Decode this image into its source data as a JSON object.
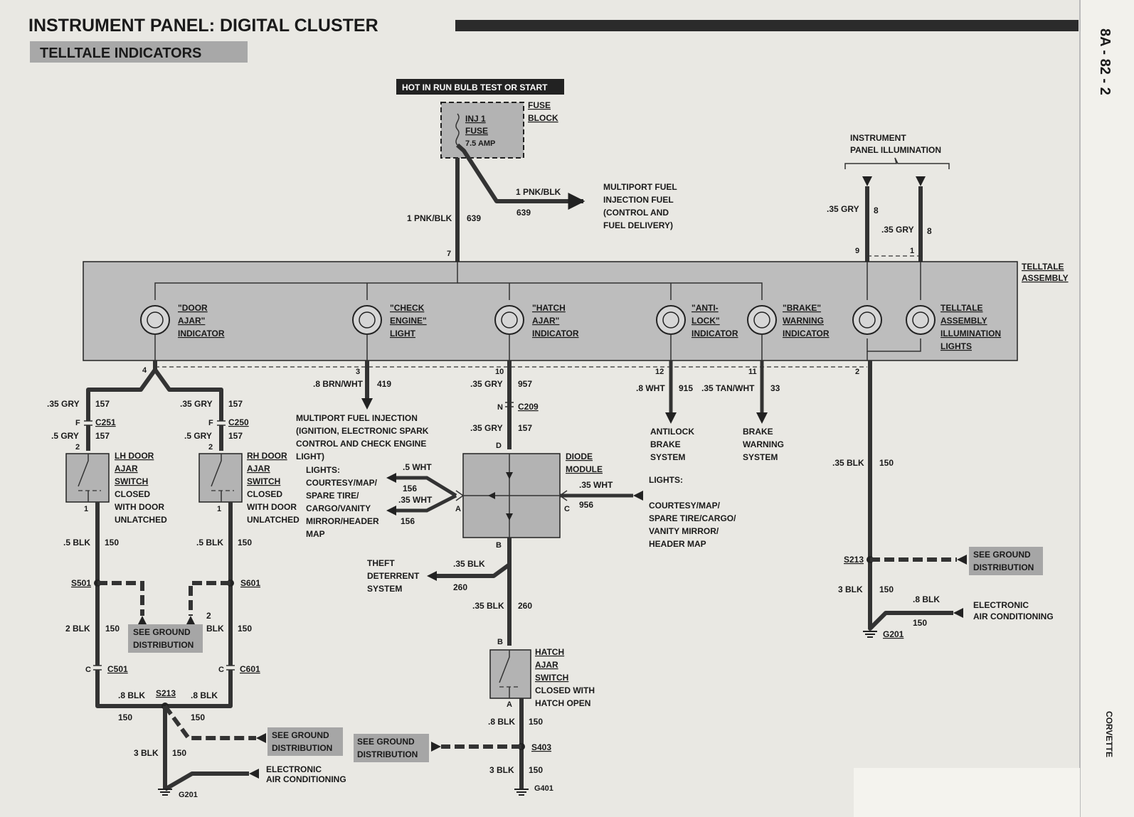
{
  "header": {
    "title": "INSTRUMENT PANEL: DIGITAL CLUSTER",
    "subtitle": "TELLTALE INDICATORS",
    "page_code": "8A - 82 - 2",
    "side_tab": "CORVETTE"
  },
  "power": {
    "banner": "HOT IN RUN BULB TEST OR START",
    "fuse_name": "INJ 1",
    "fuse_word": "FUSE",
    "fuse_rating": "7.5 AMP",
    "fuse_block_1": "FUSE",
    "fuse_block_2": "BLOCK",
    "wire_left": "1 PNK/BLK",
    "circuit_left": "639",
    "wire_right": "1 PNK/BLK",
    "circuit_right": "639",
    "pin": "7",
    "dest_1": "MULTIPORT FUEL",
    "dest_2": "INJECTION FUEL",
    "dest_3": "(CONTROL AND",
    "dest_4": "FUEL DELIVERY)"
  },
  "illumination": {
    "title_1": "INSTRUMENT",
    "title_2": "PANEL ILLUMINATION",
    "wire_a": ".35 GRY",
    "circuit_a": "8",
    "wire_b": ".35 GRY",
    "circuit_b": "8",
    "pin_a": "9",
    "pin_b": "1"
  },
  "telltale": {
    "label_1": "TELLTALE",
    "label_2": "ASSEMBLY",
    "door": [
      "\"DOOR",
      "AJAR\"",
      "INDICATOR"
    ],
    "engine": [
      "\"CHECK",
      "ENGINE\"",
      "LIGHT"
    ],
    "hatch": [
      "\"HATCH",
      "AJAR\"",
      "INDICATOR"
    ],
    "antilock": [
      "\"ANTI-",
      "LOCK\"",
      "INDICATOR"
    ],
    "brake": [
      "\"BRAKE\"",
      "WARNING",
      "INDICATOR"
    ],
    "illum": [
      "TELLTALE",
      "ASSEMBLY",
      "ILLUMINATION",
      "LIGHTS"
    ],
    "pins": [
      "4",
      "3",
      "10",
      "12",
      "11",
      "2"
    ]
  },
  "check_engine": {
    "wire": ".8 BRN/WHT",
    "circuit": "419",
    "dest_1": "MULTIPORT FUEL INJECTION",
    "dest_2": "(IGNITION, ELECTRONIC SPARK",
    "dest_3": "CONTROL AND CHECK ENGINE",
    "dest_4": "LIGHT)"
  },
  "doors": {
    "wire_top_l": ".35 GRY",
    "circ_top_l": "157",
    "wire_top_r": ".35 GRY",
    "circ_top_r": "157",
    "conn_l": "C251",
    "conn_r": "C250",
    "pin_f": "F",
    "wire_mid_l": ".5 GRY",
    "circ_mid_l": "157",
    "wire_mid_r": ".5 GRY",
    "circ_mid_r": "157",
    "pin_2": "2",
    "pin_1": "1",
    "lh_switch": [
      "LH DOOR",
      "AJAR",
      "SWITCH",
      "CLOSED",
      "WITH DOOR",
      "UNLATCHED"
    ],
    "rh_switch": [
      "RH DOOR",
      "AJAR",
      "SWITCH",
      "CLOSED",
      "WITH DOOR",
      "UNLATCHED"
    ],
    "wire_low_l": ".5 BLK",
    "circ_low_l": "150",
    "wire_low_r": ".5 BLK",
    "circ_low_r": "150",
    "splice_l": "S501",
    "splice_r": "S601",
    "wire_2blk": "2 BLK",
    "circ_2blk": "150",
    "wire_2": "2",
    "wire_blk": "BLK",
    "circ_blk": "150",
    "ground_1": "SEE GROUND",
    "ground_2": "DISTRIBUTION",
    "pin_c": "C",
    "conn_c501": "C501",
    "conn_c601": "C601",
    "wire_8blk_l": ".8 BLK",
    "wire_8blk_r": ".8 BLK",
    "splice_s213": "S213",
    "circ_150_l": "150",
    "circ_150_r": "150",
    "ground_b1": "SEE GROUND",
    "ground_b2": "DISTRIBUTION",
    "wire_3blk": "3 BLK",
    "circ_3blk": "150",
    "ac_1": "ELECTRONIC",
    "ac_2": "AIR CONDITIONING",
    "g201": "G201"
  },
  "hatch": {
    "wire_top": ".35 GRY",
    "circuit_top": "957",
    "pin_n": "N",
    "conn": "C209",
    "wire_mid": ".35 GRY",
    "circuit_mid": "157",
    "pin_d": "D",
    "diode_1": "DIODE",
    "diode_2": "MODULE",
    "lights_title": "LIGHTS:",
    "lights_l": [
      "COURTESY/MAP/",
      "SPARE TIRE/",
      "CARGO/VANITY",
      "MIRROR/HEADER",
      "MAP"
    ],
    "wire_a1": ".5 WHT",
    "circ_a1": "156",
    "wire_a2": ".35 WHT",
    "circ_a2": "156",
    "pin_a": "A",
    "pin_c": "C",
    "wire_c": ".35 WHT",
    "circ_c": "956",
    "lights_r": [
      "COURTESY/MAP/",
      "SPARE TIRE/CARGO/",
      "VANITY MIRROR/",
      "HEADER MAP"
    ],
    "pin_b": "B",
    "wire_b": ".35 BLK",
    "circ_b": "260",
    "theft_1": "THEFT",
    "theft_2": "DETERRENT",
    "theft_3": "SYSTEM",
    "wire_b2": ".35 BLK",
    "circ_b2": "260",
    "pin_b_sw": "B",
    "switch": [
      "HATCH",
      "AJAR",
      "SWITCH",
      "CLOSED WITH",
      "HATCH OPEN"
    ],
    "pin_a_sw": "A",
    "wire_low": ".8 BLK",
    "circ_low": "150",
    "ground_1": "SEE GROUND",
    "ground_2": "DISTRIBUTION",
    "splice": "S403",
    "wire_3blk": "3 BLK",
    "circ_3blk": "150",
    "g401": "G401"
  },
  "antilock": {
    "wire": ".8 WHT",
    "circuit": "915",
    "dest": [
      "ANTILOCK",
      "BRAKE",
      "SYSTEM"
    ]
  },
  "brake": {
    "wire": ".35 TAN/WHT",
    "circuit": "33",
    "dest": [
      "BRAKE",
      "WARNING",
      "SYSTEM"
    ]
  },
  "right_ground": {
    "wire_a": ".35 BLK",
    "circ_a": "150",
    "splice": "S213",
    "ground_1": "SEE GROUND",
    "ground_2": "DISTRIBUTION",
    "wire_b": "3 BLK",
    "circ_b": "150",
    "wire_c": ".8 BLK",
    "circ_c": "150",
    "ac_1": "ELECTRONIC",
    "ac_2": "AIR CONDITIONING",
    "g201": "G201"
  }
}
